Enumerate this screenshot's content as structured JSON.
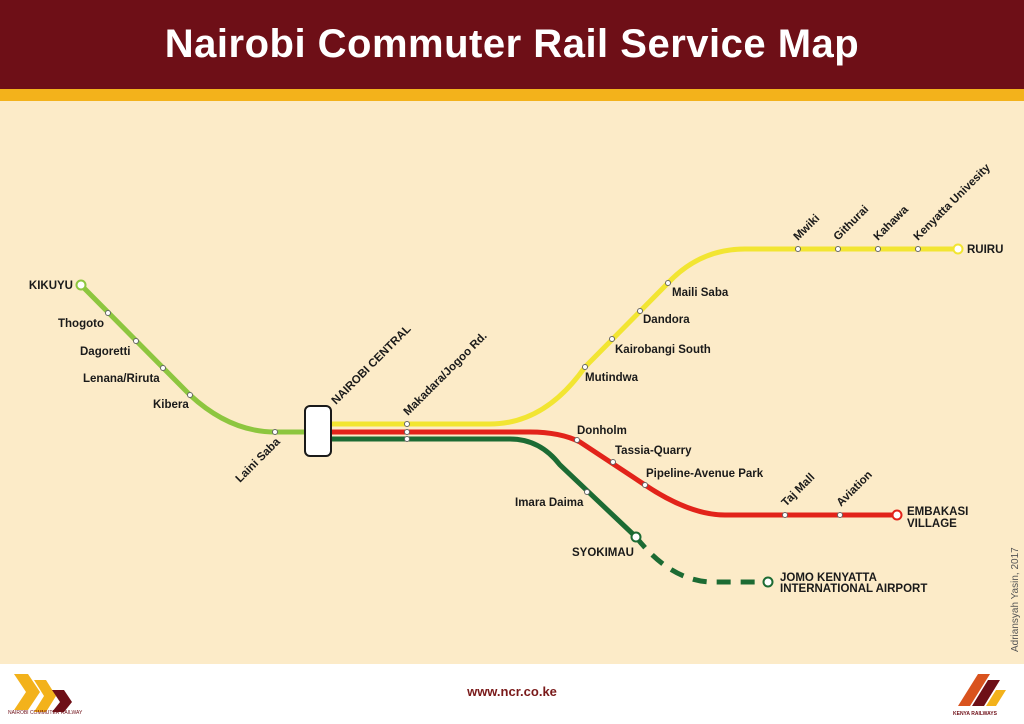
{
  "title": "Nairobi Commuter Rail Service Map",
  "footer": {
    "url": "www.ncr.co.ke",
    "left_logo_text": "NAIROBI COMMUTER RAILWAY",
    "right_logo_text": "KENYA RAILWAYS"
  },
  "credit": "Adriansyah Yasin, 2017",
  "colors": {
    "header": "#6e0f17",
    "stripe": "#f3b21b",
    "background": "#fcebc8",
    "kikuyu_line": "#8dc63f",
    "ruiru_line": "#f2e532",
    "embakasi_line": "#e2231a",
    "syokimau_line": "#1c6b33"
  },
  "lines": [
    {
      "name": "kikuyu-line",
      "color": "#8dc63f"
    },
    {
      "name": "ruiru-line",
      "color": "#f2e532"
    },
    {
      "name": "embakasi-line",
      "color": "#e2231a"
    },
    {
      "name": "syokimau-line",
      "color": "#1c6b33"
    },
    {
      "name": "jkia-extension",
      "color": "#1c6b33",
      "style": "dashed"
    }
  ],
  "stations": {
    "kikuyu": "KIKUYU",
    "thogoto": "Thogoto",
    "dagoretti": "Dagoretti",
    "lenana": "Lenana/Riruta",
    "kibera": "Kibera",
    "laini_saba": "Laini Saba",
    "nairobi_central": "NAIROBI CENTRAL",
    "makadara": "Makadara/Jogoo Rd.",
    "mutindwa": "Mutindwa",
    "kariobangi": "Kairobangi South",
    "dandora": "Dandora",
    "maili_saba": "Maili Saba",
    "mwiki": "Mwiki",
    "githurai": "Githurai",
    "kahawa": "Kahawa",
    "kenyatta_university": "Kenyatta Univesity",
    "ruiru": "RUIRU",
    "donholm": "Donholm",
    "tassia": "Tassia-Quarry",
    "pipeline": "Pipeline-Avenue Park",
    "taj_mall": "Taj Mall",
    "aviation": "Aviation",
    "embakasi_1": "EMBAKASI",
    "embakasi_2": "VILLAGE",
    "imara_daima": "Imara Daima",
    "syokimau": "SYOKIMAU",
    "jkia_1": "JOMO KENYATTA",
    "jkia_2": "INTERNATIONAL AIRPORT"
  }
}
